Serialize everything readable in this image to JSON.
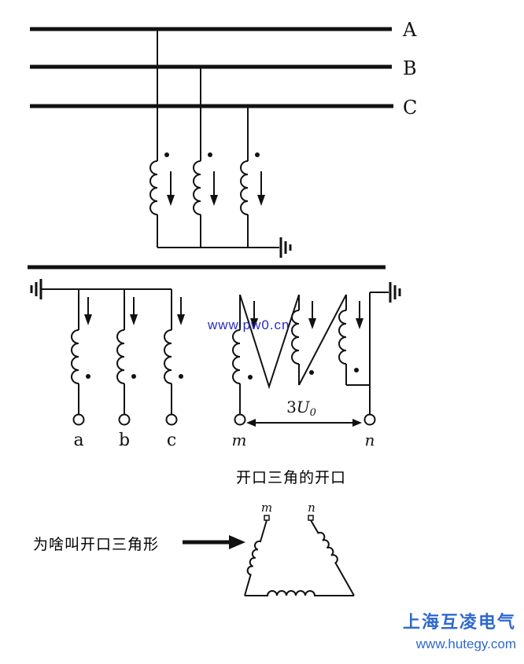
{
  "buses": {
    "a": "A",
    "b": "B",
    "c": "C"
  },
  "terminals": {
    "a": "a",
    "b": "b",
    "c": "c",
    "m": "m",
    "n": "n"
  },
  "voltage": {
    "coef": "3",
    "var": "U",
    "sub": "0"
  },
  "watermark": "www.pw0.cn",
  "captions": {
    "opening": "开口三角的开口",
    "why": "为啥叫开口三角形"
  },
  "triangle": {
    "m": "m",
    "n": "n"
  },
  "footer": {
    "company": "上海互凌电气",
    "website": "www.hutegy.com"
  },
  "colors": {
    "footer_blue": "#2e68cf",
    "watermark_blue": "#2a2ac8",
    "line": "#111111"
  }
}
